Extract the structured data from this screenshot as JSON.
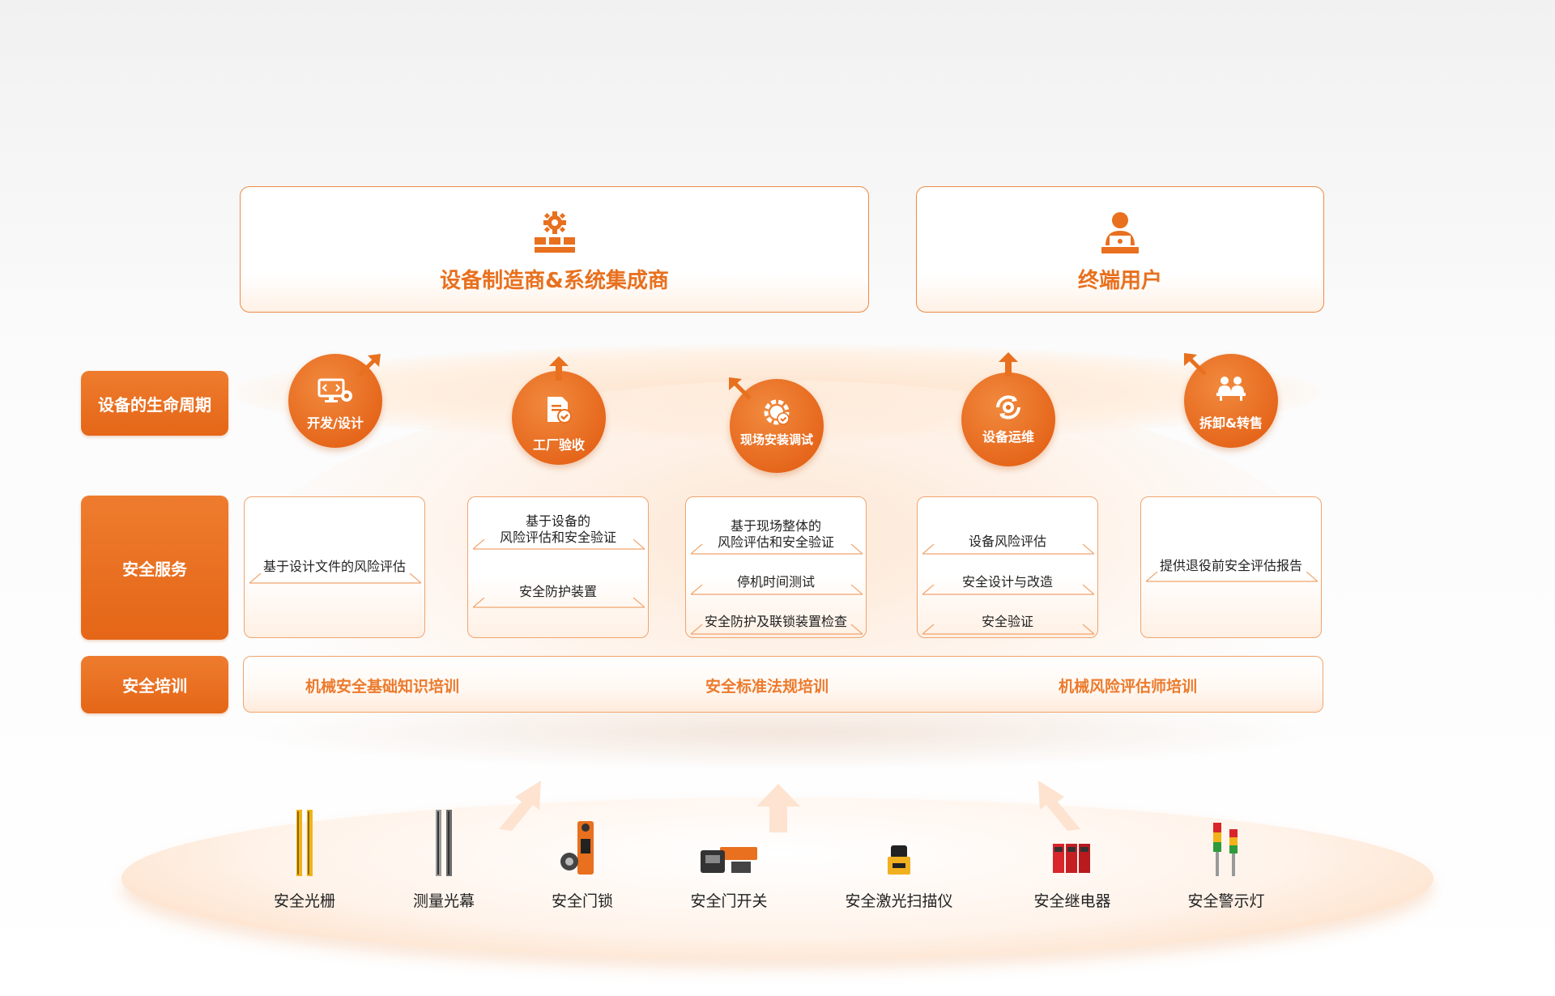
{
  "top": {
    "manufacturer": "设备制造商&系统集成商",
    "end_user": "终端用户"
  },
  "row_labels": {
    "lifecycle": "设备的生命周期",
    "service": "安全服务",
    "training": "安全培训"
  },
  "stages": [
    {
      "label": "开发/设计",
      "icon": "monitor-code-gear-icon"
    },
    {
      "label": "工厂验收",
      "icon": "document-check-icon"
    },
    {
      "label": "现场安装调试",
      "icon": "gear-wrench-icon"
    },
    {
      "label": "设备运维",
      "icon": "gear-cycle-icon"
    },
    {
      "label": "拆卸&转售",
      "icon": "people-table-icon"
    }
  ],
  "services": [
    {
      "items": [
        "基于设计文件的风险评估"
      ]
    },
    {
      "items": [
        "基于设备的\n风险评估和安全验证",
        "安全防护装置"
      ]
    },
    {
      "items": [
        "基于现场整体的\n风险评估和安全验证",
        "停机时间测试",
        "安全防护及联锁装置检查"
      ]
    },
    {
      "items": [
        "设备风险评估",
        "安全设计与改造",
        "安全验证"
      ]
    },
    {
      "items": [
        "提供退役前安全评估报告"
      ]
    }
  ],
  "training": [
    "机械安全基础知识培训",
    "安全标准法规培训",
    "机械风险评估师培训"
  ],
  "products": [
    "安全光栅",
    "测量光幕",
    "安全门锁",
    "安全门开关",
    "安全激光扫描仪",
    "安全继电器",
    "安全警示灯"
  ],
  "colors": {
    "accent": "#e8701e",
    "accent_light": "#f0a46e"
  }
}
